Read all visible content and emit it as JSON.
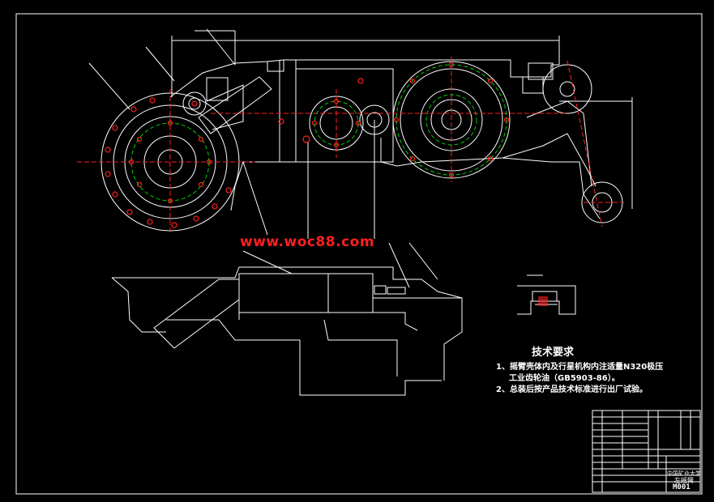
{
  "watermark": "www.woc88.com",
  "tech_requirements": {
    "title": "技术要求",
    "items": [
      "1、摇臂壳体内及行星机构内注适量N320极压",
      "工业齿轮油（GB5903-86）。",
      "2、总装后按产品技术标准进行出厂试验。"
    ]
  },
  "title_block": {
    "school": "中国矿业大学",
    "drawing_name": "左摇臂",
    "drawing_no": "M001"
  },
  "colors": {
    "background": "#000000",
    "lines": "#ffffff",
    "red": "#ff2020",
    "green": "#00d000"
  }
}
